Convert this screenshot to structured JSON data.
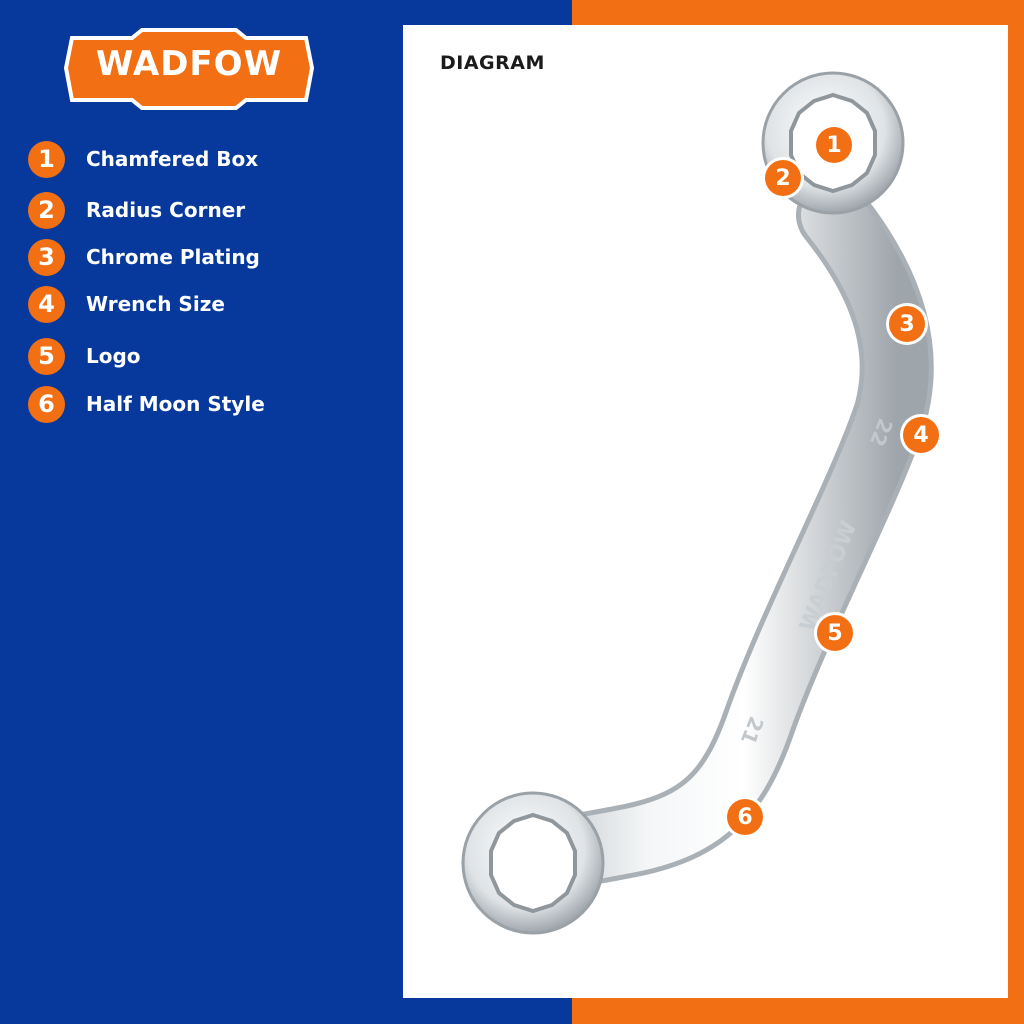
{
  "brand": {
    "name": "WADFOW"
  },
  "diagram": {
    "title": "DIAGRAM"
  },
  "legend": [
    {
      "num": "1",
      "label": "Chamfered Box"
    },
    {
      "num": "2",
      "label": "Radius Corner"
    },
    {
      "num": "3",
      "label": "Chrome Plating"
    },
    {
      "num": "4",
      "label": "Wrench Size"
    },
    {
      "num": "5",
      "label": "Logo"
    },
    {
      "num": "6",
      "label": "Half Moon Style"
    }
  ],
  "wrench": {
    "engraving_logo": "WADFOW",
    "size_top": "22",
    "size_bottom": "21"
  },
  "colors": {
    "blue": "#07399c",
    "orange": "#f26f13",
    "white": "#ffffff",
    "dark": "#1b1b1b"
  }
}
